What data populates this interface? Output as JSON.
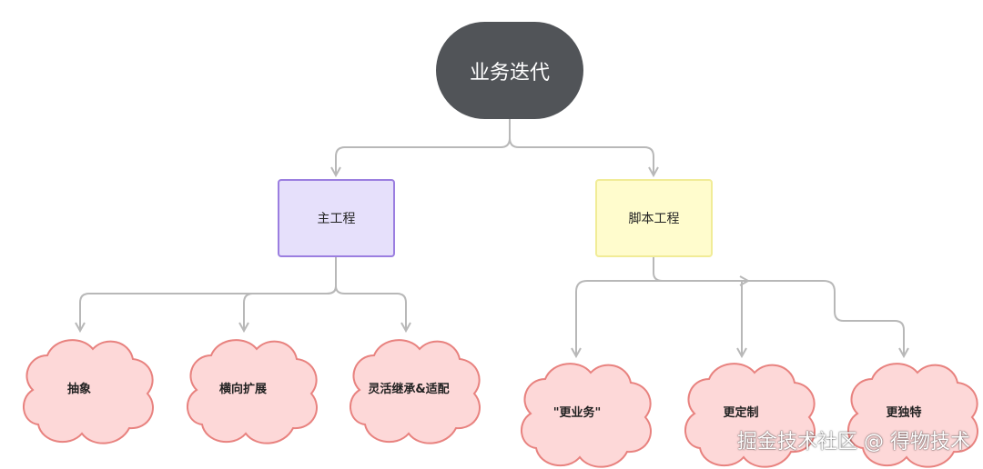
{
  "root": {
    "label": "业务迭代"
  },
  "branches": [
    {
      "label": "主工程",
      "children": [
        "抽象",
        "横向扩展",
        "灵活继承&适配"
      ]
    },
    {
      "label": "脚本工程",
      "children": [
        "\"更业务\"",
        "更定制",
        "更独特"
      ]
    }
  ],
  "watermark": "掘金技术社区 @ 得物技术",
  "colors": {
    "root_fill": "#515458",
    "main_fill": "#e6e0fb",
    "main_border": "#9b7ee0",
    "script_fill": "#fffccd",
    "script_border": "#f1ec97",
    "cloud_fill": "#fdd8d8",
    "cloud_border": "#e8827f",
    "connector": "#b8b8b8"
  }
}
